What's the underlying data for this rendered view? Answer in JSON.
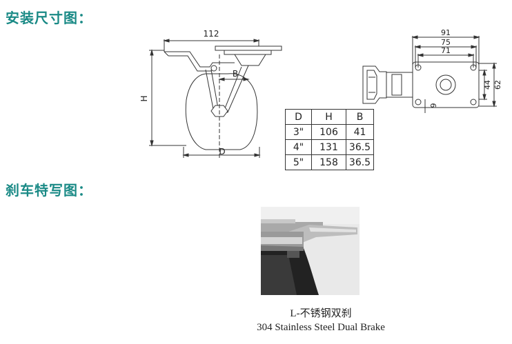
{
  "sections": {
    "install_title": "安装尺寸图：",
    "brake_title": "刹车特写图："
  },
  "side_view": {
    "width_label": "112",
    "height_label": "H",
    "offset_label": "B",
    "diameter_label": "D"
  },
  "top_view": {
    "dim_91": "91",
    "dim_75": "75",
    "dim_71": "71",
    "dim_44": "44",
    "dim_62": "62",
    "dim_9": "9"
  },
  "size_table": {
    "headers": [
      "D",
      "H",
      "B"
    ],
    "rows": [
      [
        "3\"",
        "106",
        "41"
      ],
      [
        "4\"",
        "131",
        "36.5"
      ],
      [
        "5\"",
        "158",
        "36.5"
      ]
    ]
  },
  "caption": {
    "line_cn": "L-不锈钢双刹",
    "line_en": "304 Stainless Steel Dual Brake"
  }
}
